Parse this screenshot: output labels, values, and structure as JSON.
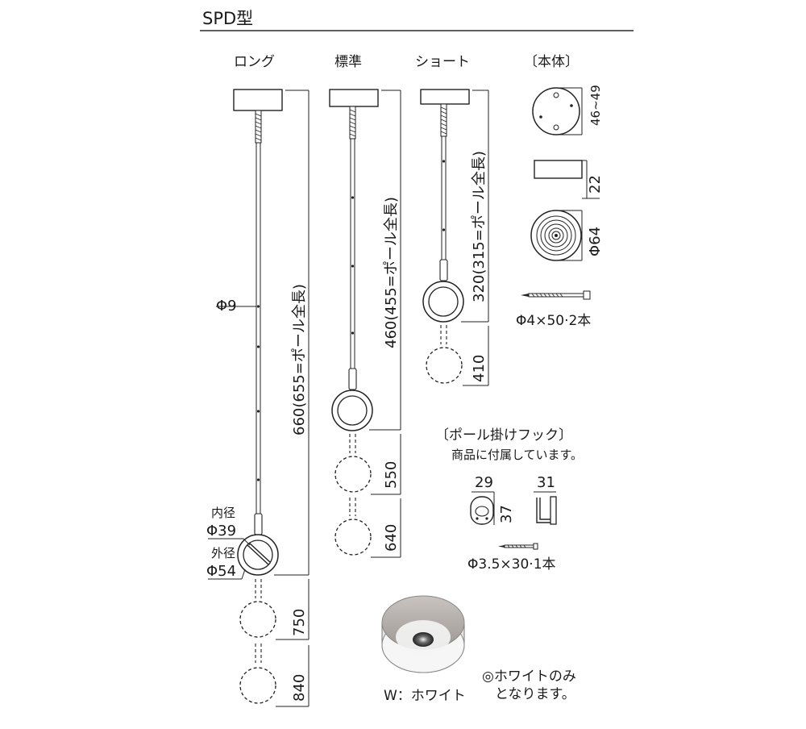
{
  "title": "SPD型",
  "columns": {
    "long": "ロング",
    "standard": "標準",
    "short": "ショート",
    "body": "〔本体〕"
  },
  "long": {
    "pole_dia": "Φ9",
    "length": "660(655=ポール全長)",
    "inner_label": "内径",
    "inner_value": "Φ39",
    "outer_label": "外径",
    "outer_value": "Φ54",
    "ext1": "750",
    "ext2": "840"
  },
  "standard": {
    "length": "460(455=ポール全長)",
    "ext1": "550",
    "ext2": "640"
  },
  "short": {
    "length": "320(315=ポール全長)",
    "ext1": "410"
  },
  "body": {
    "top_dim": "46~49",
    "height_dim": "22",
    "base_dim": "Φ64",
    "screw": "Φ4×50·2本"
  },
  "hook": {
    "title": "〔ポール掛けフック〕",
    "note": "商品に付属しています。",
    "width": "29",
    "height": "37",
    "side": "31",
    "screw": "Φ3.5×30·1本"
  },
  "product": {
    "color_label": "W：ホワイト",
    "note_line1": "◎ホワイトのみ",
    "note_line2": "となります。"
  }
}
